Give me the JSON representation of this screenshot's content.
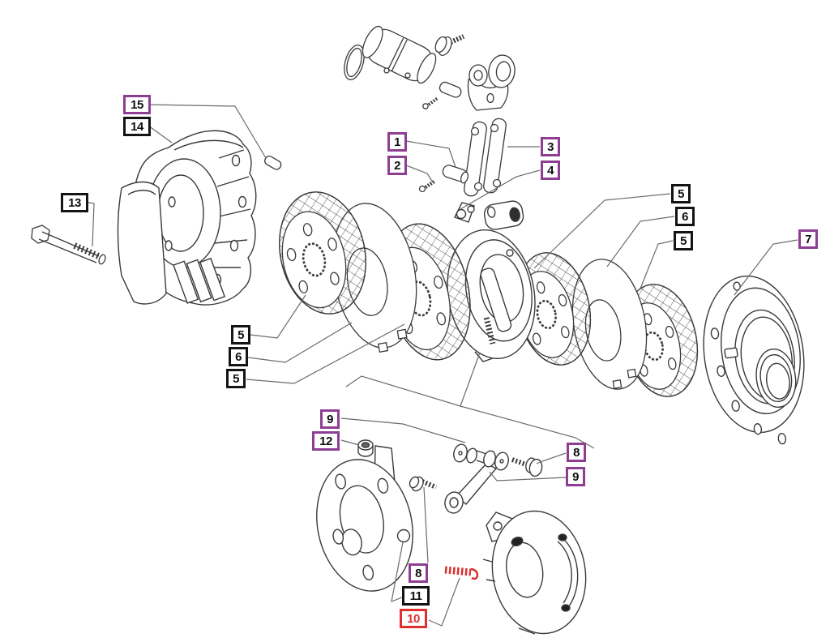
{
  "figure": {
    "kind": "exploded-parts-diagram",
    "background": "#ffffff"
  },
  "colors": {
    "callout_purple": "#8e3e92",
    "callout_black": "#141414",
    "callout_red": "#e03030",
    "line_art": "#3a3a3a",
    "leader_line": "#6b6b6b",
    "spring_highlight": "#d83030"
  },
  "callouts": [
    {
      "n": "15",
      "style": "purple"
    },
    {
      "n": "14",
      "style": "black"
    },
    {
      "n": "13",
      "style": "black"
    },
    {
      "n": "1",
      "style": "purple"
    },
    {
      "n": "2",
      "style": "purple"
    },
    {
      "n": "3",
      "style": "purple"
    },
    {
      "n": "4",
      "style": "purple"
    },
    {
      "n": "5",
      "style": "black"
    },
    {
      "n": "6",
      "style": "black"
    },
    {
      "n": "5",
      "style": "black"
    },
    {
      "n": "7",
      "style": "purple"
    },
    {
      "n": "5",
      "style": "black"
    },
    {
      "n": "6",
      "style": "black"
    },
    {
      "n": "5",
      "style": "black"
    },
    {
      "n": "9",
      "style": "purple"
    },
    {
      "n": "12",
      "style": "purple"
    },
    {
      "n": "8",
      "style": "purple"
    },
    {
      "n": "9",
      "style": "purple"
    },
    {
      "n": "8",
      "style": "purple"
    },
    {
      "n": "11",
      "style": "black"
    },
    {
      "n": "10",
      "style": "red"
    }
  ]
}
